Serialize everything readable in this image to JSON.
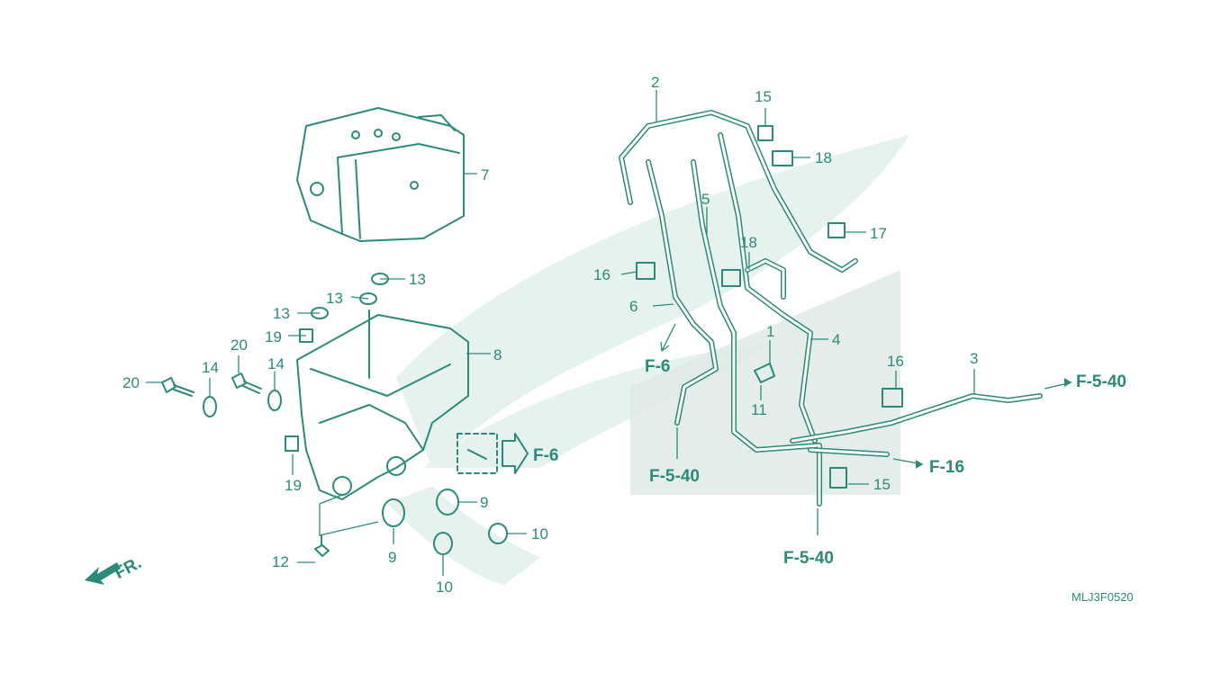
{
  "diagram": {
    "code": "MLJ3F0520",
    "front_label": "FR.",
    "callouts": {
      "c1": "1",
      "c2": "2",
      "c3": "3",
      "c4": "4",
      "c5": "5",
      "c6": "6",
      "c7": "7",
      "c8": "8",
      "c9a": "9",
      "c9b": "9",
      "c10a": "10",
      "c10b": "10",
      "c11": "11",
      "c12": "12",
      "c13a": "13",
      "c13b": "13",
      "c13c": "13",
      "c14a": "14",
      "c14b": "14",
      "c15a": "15",
      "c15b": "15",
      "c16a": "16",
      "c16b": "16",
      "c17": "17",
      "c18a": "18",
      "c18b": "18",
      "c19a": "19",
      "c19b": "19",
      "c20a": "20",
      "c20b": "20"
    },
    "refs": {
      "f6_left": "F-6",
      "f6_right": "F-6",
      "f540_top": "F-5-40",
      "f540_left": "F-5-40",
      "f540_bottom": "F-5-40",
      "f16": "F-16"
    }
  },
  "colors": {
    "line": "#2b8a7a",
    "watermark": "#e3f0ec"
  }
}
